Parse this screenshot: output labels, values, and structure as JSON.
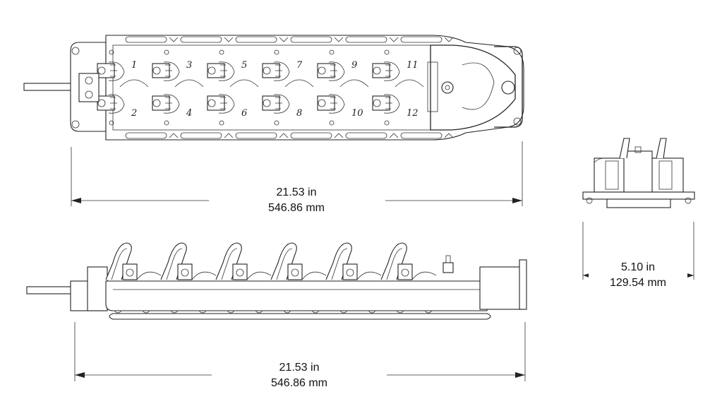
{
  "dimensions": {
    "top_length": {
      "inches": "21.53 in",
      "mm": "546.86 mm"
    },
    "side_length": {
      "inches": "21.53 in",
      "mm": "546.86 mm"
    },
    "end_width": {
      "inches": "5.10 in",
      "mm": "129.54 mm"
    }
  },
  "terminal_labels": [
    "1",
    "2",
    "3",
    "4",
    "5",
    "6",
    "7",
    "8",
    "9",
    "10",
    "11",
    "12"
  ]
}
